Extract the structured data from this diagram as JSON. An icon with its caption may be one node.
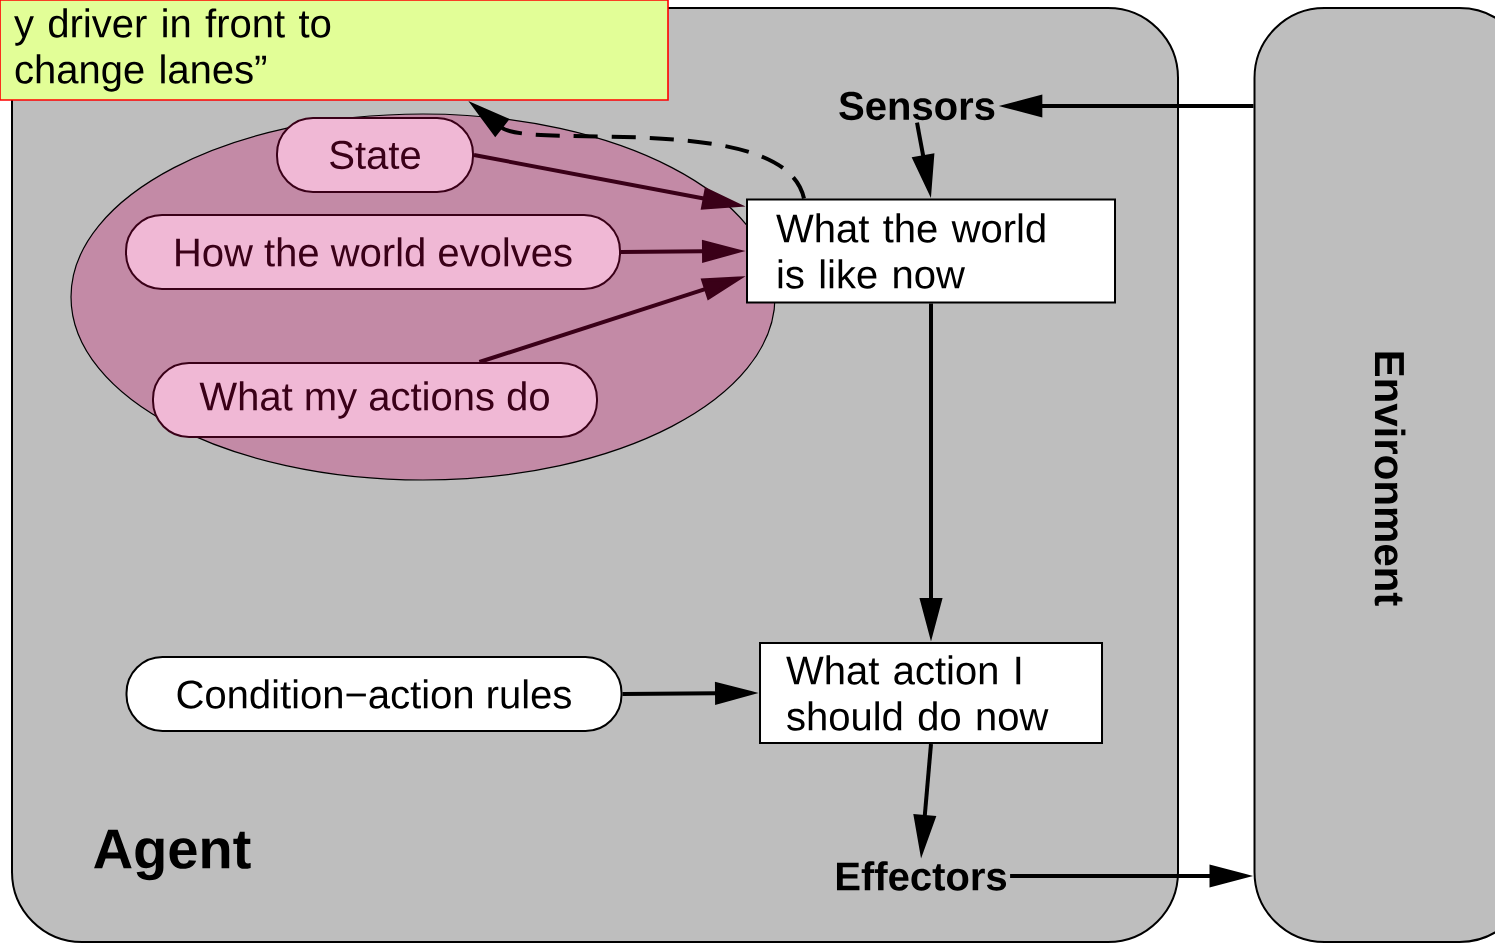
{
  "diagram": {
    "nodes": [
      {
        "text": [
          "Agent"
        ]
      },
      {
        "text": [
          "Environment"
        ]
      },
      {
        "text": [
          "y driver in front to change lanes”"
        ]
      },
      {
        "text": [],
        "shape": "ellipse",
        "in": 0
      },
      {
        "text": [
          "State"
        ],
        "in": 3
      },
      {
        "text": [
          "How the world evolves"
        ],
        "in": 3
      },
      {
        "text": [
          "What my actions do"
        ],
        "in": 3
      },
      {
        "text": [
          "Sensors"
        ],
        "in": 0
      },
      {
        "text": [
          "What the world is like now"
        ],
        "in": 0
      },
      {
        "text": [
          "Condition−action rules"
        ],
        "in": 0
      },
      {
        "text": [
          "What action I should do now"
        ],
        "in": 0
      },
      {
        "text": [
          "Effectors"
        ],
        "in": 0
      }
    ],
    "edges": [
      {
        "from": 1,
        "to": 7,
        "arrow": "to"
      },
      {
        "from": 7,
        "to": 8,
        "arrow": "to"
      },
      {
        "from": 4,
        "to": 8,
        "arrow": "to",
        "color": "#3a0018"
      },
      {
        "from": 5,
        "to": 8,
        "arrow": "to",
        "color": "#3a0018"
      },
      {
        "from": 6,
        "to": 8,
        "arrow": "to",
        "color": "#3a0018"
      },
      {
        "from": 8,
        "to": 2,
        "arrow": "to",
        "style": "dashed"
      },
      {
        "from": 8,
        "to": 10,
        "arrow": "to"
      },
      {
        "from": 9,
        "to": 10,
        "arrow": "to"
      },
      {
        "from": 10,
        "to": 11,
        "arrow": "to"
      },
      {
        "from": 11,
        "to": 1,
        "arrow": "to"
      }
    ]
  }
}
